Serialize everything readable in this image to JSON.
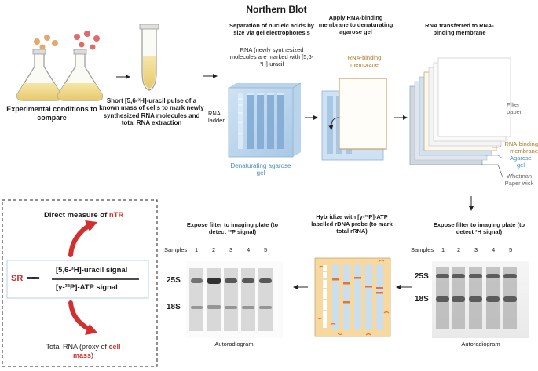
{
  "title": "Northern Blot",
  "steps": {
    "conditions": "Experimental conditions to compare",
    "pulse": "Short [5,6-³H]-uracil pulse of a known mass of cells to mark newly synthesized RNA molecules and total RNA extraction",
    "separation": "Separation of nucleic acids by size via gel electrophoresis",
    "rna_note": "RNA (newly synthesized molecules are marked with [5,6-³H]-uracil",
    "apply": "Apply RNA-binding membrane to denaturating agarose gel",
    "transfer": "RNA transferred to RNA-binding membrane",
    "expose_3h": "Expose filter to imaging plate (to detect ³H signal)",
    "hybridize": "Hybridize with [γ-³²P]-ATP labelled rDNA probe (to mark total rRNA)",
    "expose_32p": "Expose filter to imaging plate (to detect ³²P signal)"
  },
  "labels": {
    "rna_ladder": "RNA ladder",
    "denaturating_gel": "Denaturating agarose gel",
    "membrane": "RNA-binding membrane",
    "filter_paper": "Filter paper",
    "stack_membrane": "RNA-binding membrane",
    "agarose_gel": "Agarose gel",
    "whatman": "Whatman Paper wick",
    "autoradiogram": "Autoradiogram",
    "samples": "Samples",
    "band_25s": "25S",
    "band_18s": "18S"
  },
  "lanes": [
    "1",
    "2",
    "3",
    "4",
    "5"
  ],
  "formula": {
    "sr": "SR",
    "equals": "══",
    "numerator": "[5,6-³H]-uracil signal",
    "denominator": "[γ-³²P]-ATP signal",
    "direct_prefix": "Direct measure of ",
    "direct_term": "nTR",
    "total_prefix": "Total RNA (proxy of ",
    "total_term": "cell mass",
    "total_suffix": ")"
  },
  "colors": {
    "gel_blue": "#4a8dc4",
    "membrane_brown": "#b07a2a",
    "accent_red": "#d32f2f",
    "probe_orange": "#e8742a",
    "hyb_bg": "#f7d9a0"
  }
}
